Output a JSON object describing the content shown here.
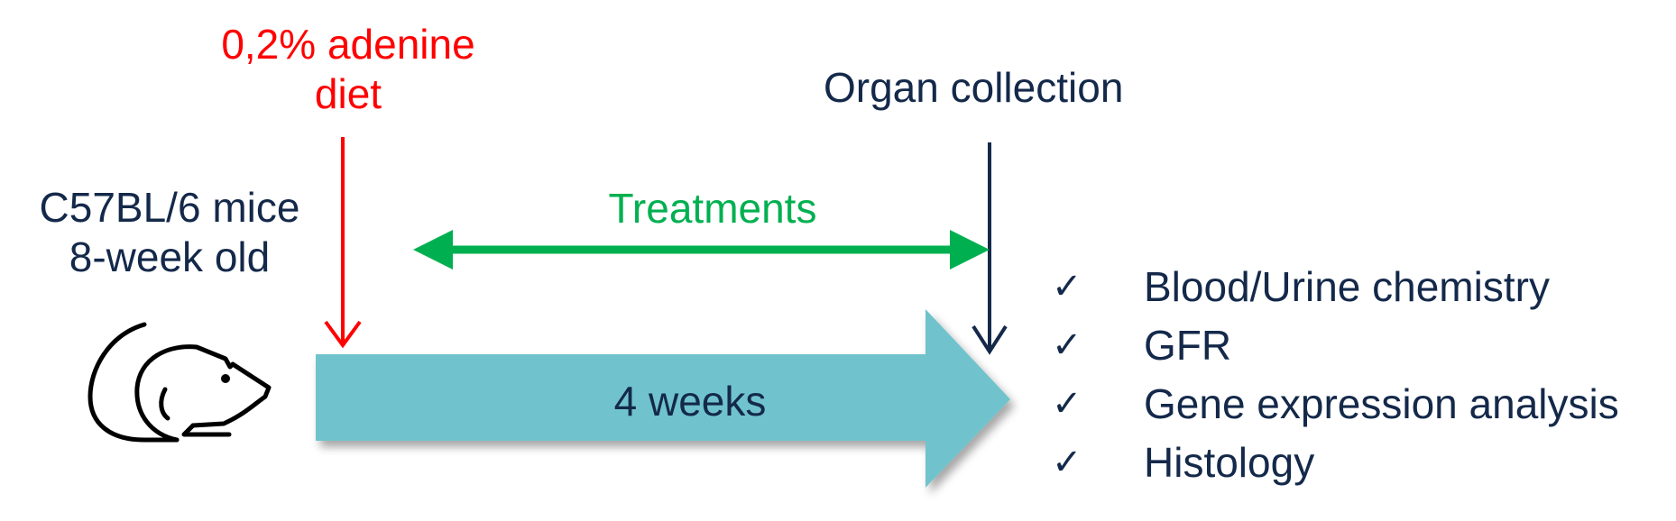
{
  "diet": {
    "line1": "0,2% adenine",
    "line2": "diet"
  },
  "organ_collection": "Organ collection",
  "mice": {
    "line1": "C57BL/6 mice",
    "line2": "8-week old"
  },
  "treatments": "Treatments",
  "duration": "4 weeks",
  "results": [
    {
      "check": "✓",
      "label": "Blood/Urine chemistry"
    },
    {
      "check": "✓",
      "label": "GFR"
    },
    {
      "check": "✓",
      "label": "Gene expression analysis"
    },
    {
      "check": "✓",
      "label": "Histology"
    }
  ],
  "colors": {
    "diet": "#ff0000",
    "treatments": "#00b050",
    "timeline_arrow": "#6fc3cc",
    "text": "#14294a"
  },
  "icons": [
    "mouse-icon",
    "check-icon"
  ]
}
